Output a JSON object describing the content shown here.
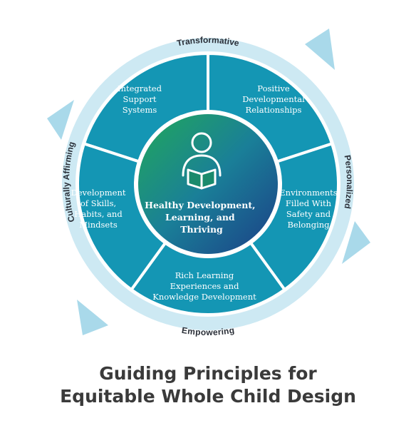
{
  "outer_ring": {
    "top_label": "Transformative",
    "right_label": "Personalized",
    "bottom_label": "Empowering",
    "left_label": "Culturally Affirming"
  },
  "segments": [
    {
      "lines": [
        "Integrated",
        "Support",
        "Systems"
      ]
    },
    {
      "lines": [
        "Positive",
        "Developmental",
        "Relationships"
      ]
    },
    {
      "lines": [
        "Environments",
        "Filled With",
        "Safety and",
        "Belonging"
      ]
    },
    {
      "lines": [
        "Rich Learning",
        "Experiences and",
        "Knowledge Development"
      ]
    },
    {
      "lines": [
        "Development",
        "of Skills,",
        "Habits, and",
        "Mindsets"
      ]
    }
  ],
  "center": {
    "icon": "person-reading-icon",
    "lines": [
      "Healthy Development,",
      "Learning, and",
      "Thriving"
    ]
  },
  "title": {
    "line1": "Guiding Principles for",
    "line2": "Equitable Whole Child Design"
  },
  "colors": {
    "ring": "#cde9f3",
    "ring_arrow": "#a9d9ea",
    "segment": "#1496b4",
    "segment_border": "#ffffff",
    "center_green": "#21a85a",
    "center_blue": "#1c3f86",
    "title": "#3a3a3a"
  }
}
